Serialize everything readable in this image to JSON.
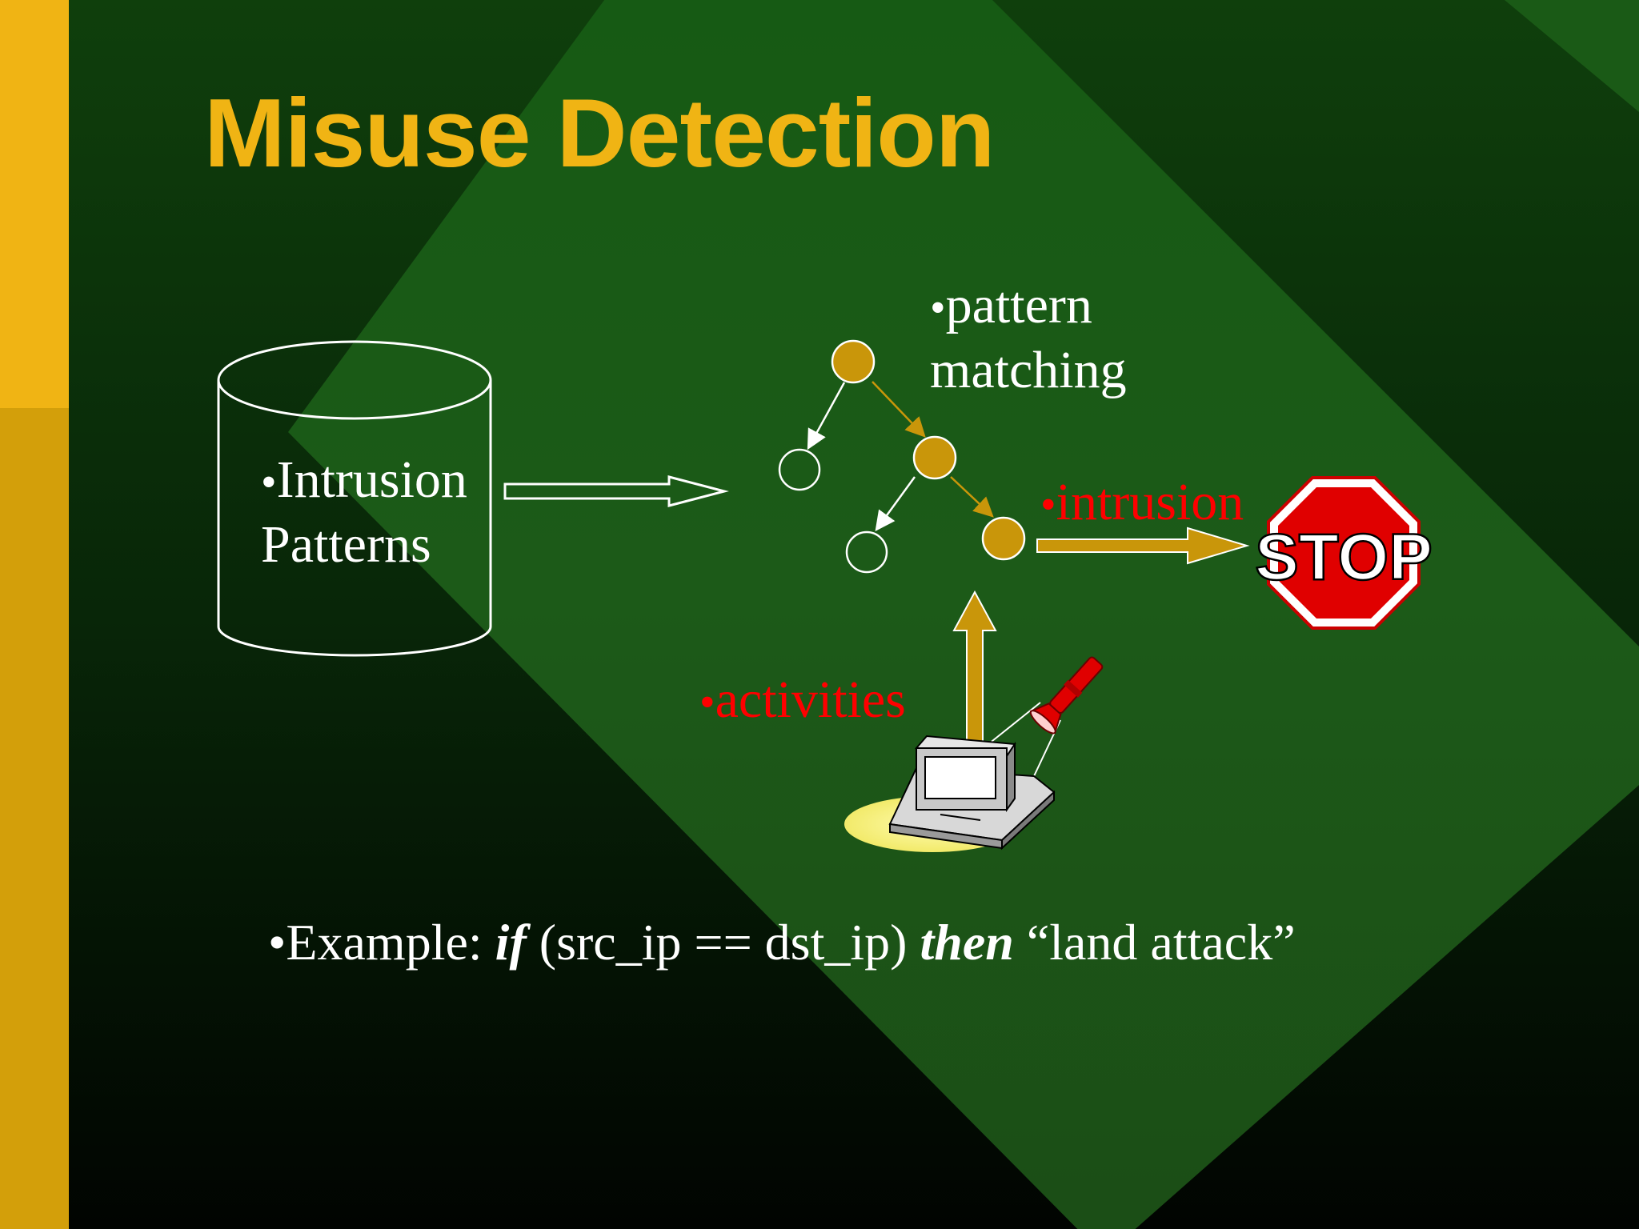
{
  "title": "Misuse Detection",
  "database": {
    "bullet": "•",
    "line1": "Intrusion",
    "line2": "Patterns"
  },
  "pattern_matching": {
    "bullet": "•",
    "line1": "pattern",
    "line2": "matching"
  },
  "intrusion": {
    "bullet": "•",
    "text": "intrusion"
  },
  "activities": {
    "bullet": "•",
    "text": "activities"
  },
  "stop_sign": {
    "text": "STOP"
  },
  "example": {
    "bullet": "•",
    "prefix": "Example: ",
    "kw_if": "if",
    "condition": " (src_ip == dst_ip) ",
    "kw_then": "then",
    "result": " “land attack”"
  },
  "colors": {
    "title": "#f0b414",
    "accent_gold": "#c99a06",
    "node_fill": "#c9960a",
    "alert_text": "#ff0000",
    "body_text": "#ffffff",
    "left_bar": "#f0b414"
  },
  "icons": [
    "database-cylinder-icon",
    "tree-graph-icon",
    "stop-sign-icon",
    "computer-icon",
    "flashlight-icon"
  ]
}
